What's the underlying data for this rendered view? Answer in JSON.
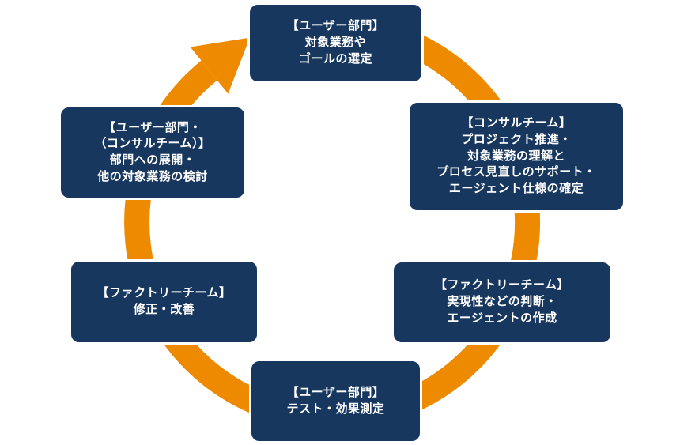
{
  "diagram": {
    "title": "agent-development-cycle",
    "colors": {
      "background": "#ffffff",
      "box_fill": "#17375E",
      "box_border": "#ffffff",
      "text": "#ffffff",
      "arrow": "#EE8A00"
    },
    "arrow": {
      "shape": "circular-ring",
      "direction": "clockwise"
    },
    "nodes": [
      {
        "id": "user-dept-goal-selection",
        "lines": [
          "【ユーザー部門】",
          "対象業務や",
          "ゴールの選定"
        ]
      },
      {
        "id": "consult-team",
        "lines": [
          "【コンサルチーム】",
          "プロジェクト推進・",
          "対象業務の理解と",
          "プロセス見直しのサポート・",
          "エージェント仕様の確定"
        ]
      },
      {
        "id": "factory-team-create",
        "lines": [
          "【ファクトリーチーム】",
          "実現性などの判断・",
          "エージェントの作成"
        ]
      },
      {
        "id": "user-dept-test",
        "lines": [
          "【ユーザー部門】",
          "テスト・効果測定"
        ]
      },
      {
        "id": "factory-team-fix",
        "lines": [
          "【ファクトリーチーム】",
          "修正・改善"
        ]
      },
      {
        "id": "user-dept-expansion",
        "lines": [
          "【ユーザー部門・",
          "（コンサルチーム）】",
          "部門への展開・",
          "他の対象業務の検討"
        ]
      }
    ]
  }
}
